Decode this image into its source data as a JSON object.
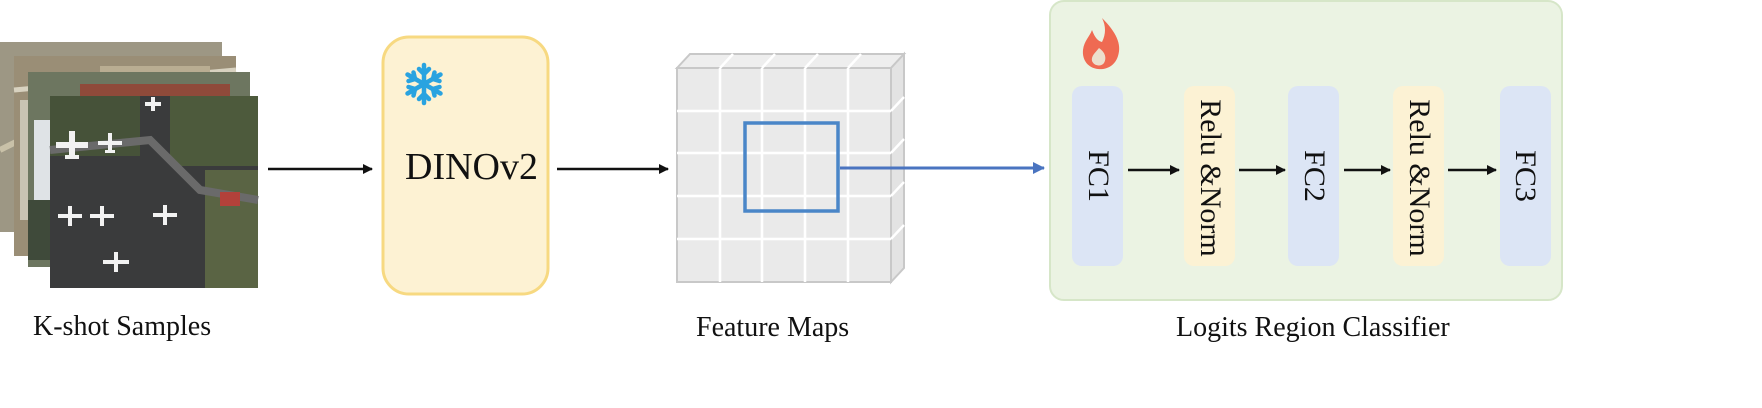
{
  "captions": {
    "samples": "K-shot Samples",
    "feature_maps": "Feature Maps",
    "classifier": "Logits Region Classifier"
  },
  "backbone": {
    "label": "DINOv2",
    "icon": "snowflake-icon",
    "icon_color": "#29a3e0",
    "state": "frozen"
  },
  "classifier": {
    "icon": "flame-icon",
    "icon_color": "#ef6a52",
    "layers": [
      {
        "label": "FC1",
        "kind": "fc"
      },
      {
        "label": "Relu &Norm",
        "kind": "act"
      },
      {
        "label": "FC2",
        "kind": "fc"
      },
      {
        "label": "Relu &Norm",
        "kind": "act"
      },
      {
        "label": "FC3",
        "kind": "fc"
      }
    ]
  },
  "colors": {
    "backbone_fill": "#fdf2d3",
    "backbone_border": "#f7d981",
    "classifier_panel": "#ebf3e3",
    "fc_block": "#dce5f5",
    "act_block": "#fcf2d4",
    "roi_box": "#4a86c8",
    "roi_arrow": "#4a74c0"
  }
}
